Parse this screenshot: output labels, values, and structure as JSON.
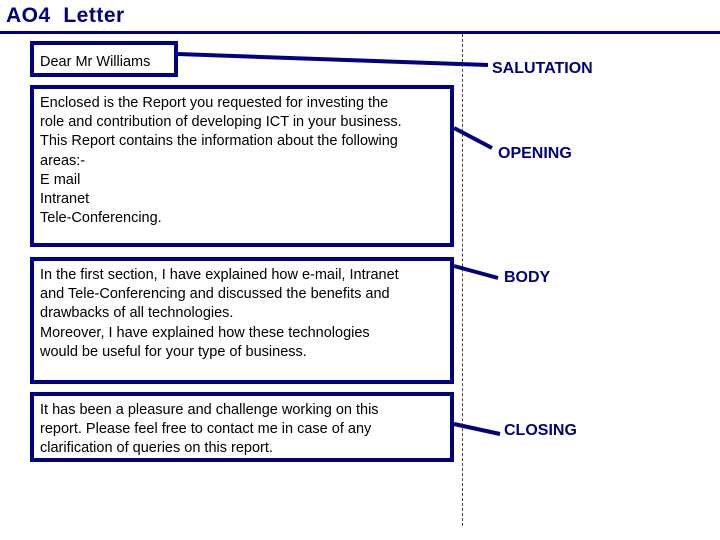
{
  "title": "AO4  Letter",
  "sections": {
    "salutation": {
      "text": "Dear Mr Williams",
      "label": "SALUTATION"
    },
    "opening": {
      "text": "Enclosed is the Report you requested for investing the\nrole and contribution of developing ICT in your business.\nThis Report contains the information about the following\nareas:-\nE mail\nIntranet\nTele-Conferencing.",
      "label": "OPENING"
    },
    "body": {
      "text": "In the first section, I have explained how e-mail, Intranet\nand Tele-Conferencing and discussed the benefits and\ndrawbacks of all technologies.\nMoreover, I have explained how these technologies\nwould be useful for your type of business.",
      "label": "BODY"
    },
    "closing": {
      "text": "It has been a pleasure and challenge working on this\nreport. Please feel free to contact me in case of any\nclarification of queries on this report.",
      "label": "CLOSING"
    }
  },
  "colors": {
    "accent": "#000080",
    "text": "#000000",
    "background": "#ffffff"
  }
}
